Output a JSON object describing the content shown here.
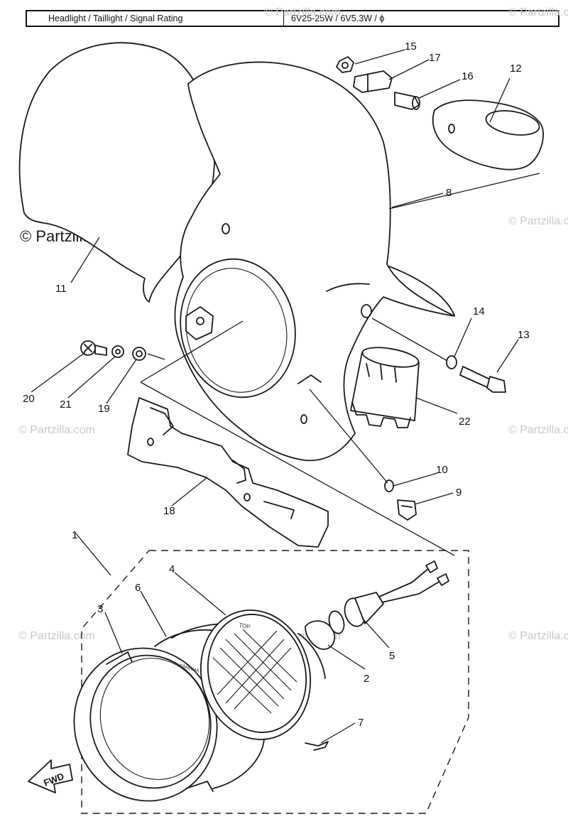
{
  "header": {
    "rating_label": "Headlight / Taillight / Signal Rating",
    "rating_value": "6V25-25W / 6V5.3W / ϕ"
  },
  "watermark": {
    "text": "© Partzilla.com",
    "main_text": "© Partzilla.com"
  },
  "diagram": {
    "part_numbers": [
      "1",
      "2",
      "3",
      "4",
      "5",
      "6",
      "7",
      "8",
      "9",
      "10",
      "11",
      "12",
      "13",
      "14",
      "15",
      "16",
      "17",
      "18",
      "19",
      "20",
      "21",
      "22"
    ],
    "fwd_label": "FWD",
    "lens_top_text": "TOP",
    "rim_brand_text": "YAMAHA"
  }
}
